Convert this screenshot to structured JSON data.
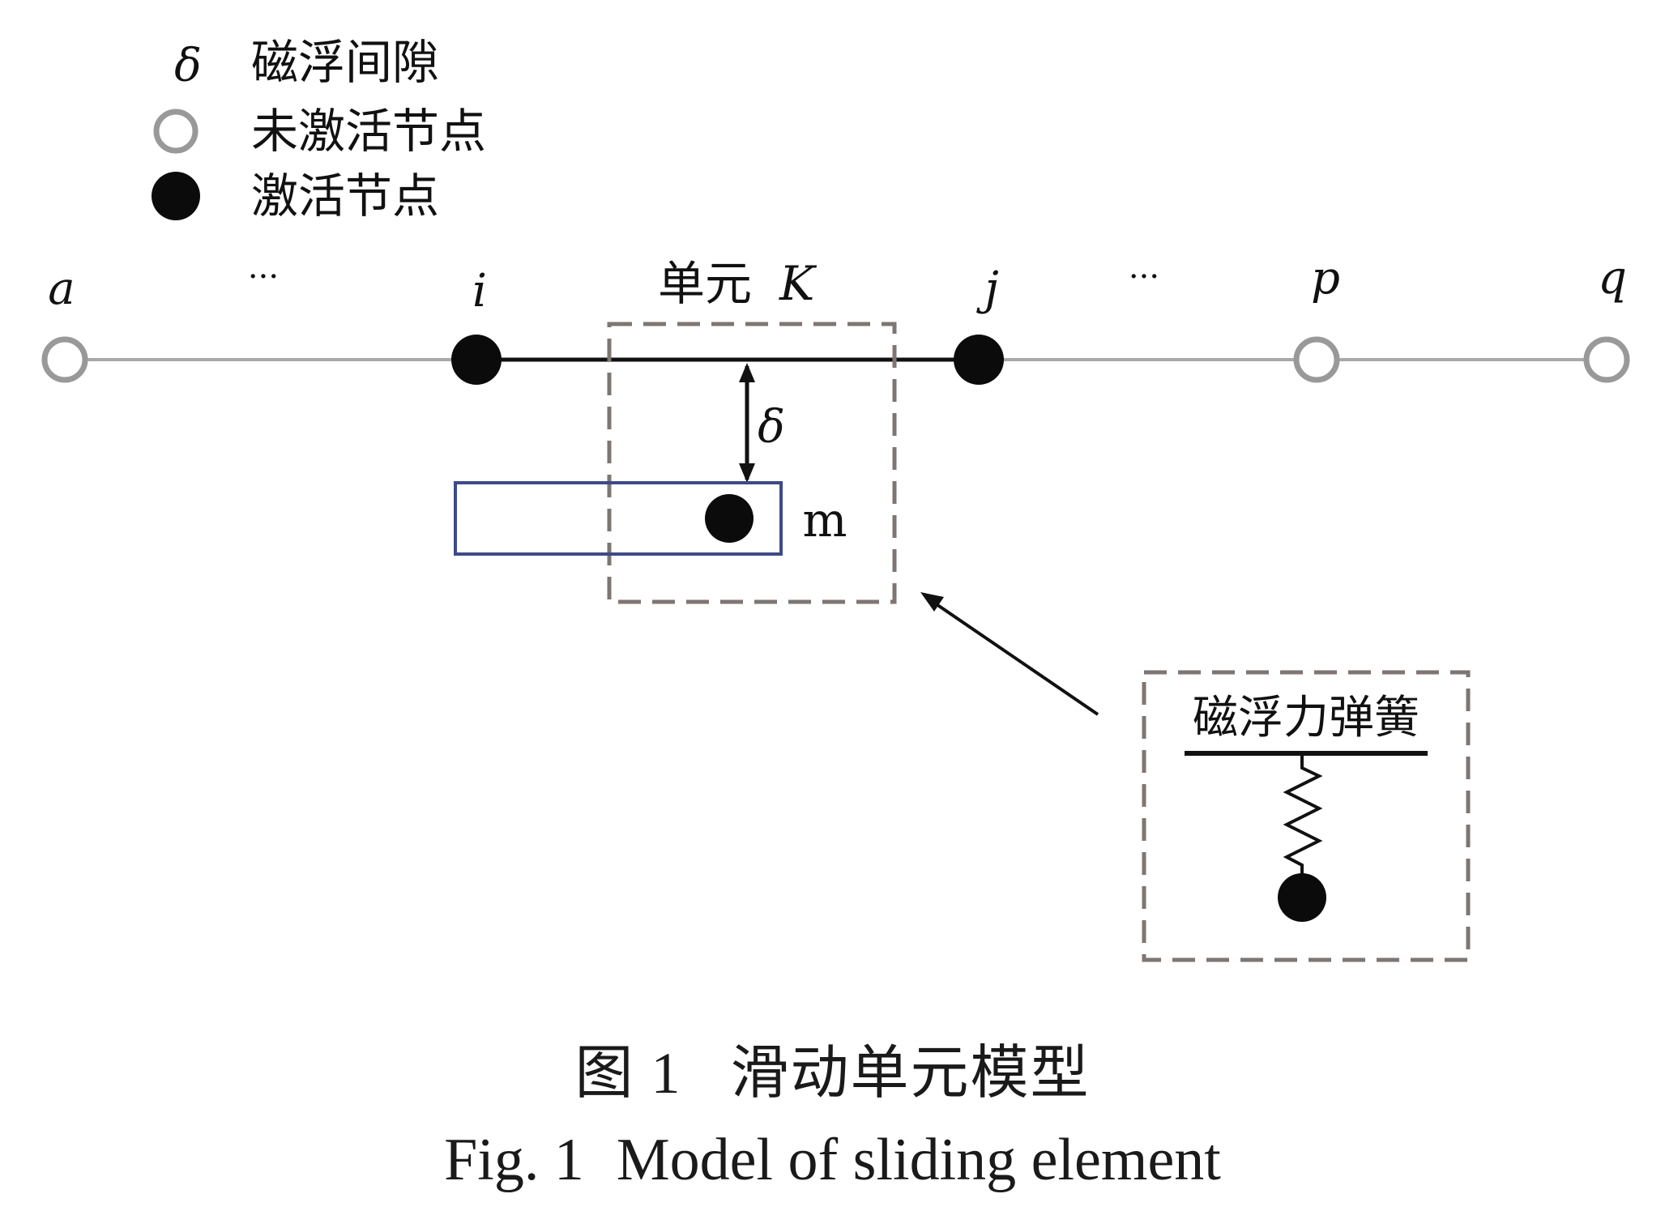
{
  "legend": {
    "delta": {
      "symbol": "δ",
      "label": "磁浮间隙"
    },
    "inactive": {
      "label": "未激活节点"
    },
    "active": {
      "label": "激活节点"
    }
  },
  "nodes": [
    {
      "id": "a",
      "label": "a",
      "active": false
    },
    {
      "id": "i",
      "label": "i",
      "active": true
    },
    {
      "id": "j",
      "label": "j",
      "active": true
    },
    {
      "id": "p",
      "label": "p",
      "active": false
    },
    {
      "id": "q",
      "label": "q",
      "active": false
    }
  ],
  "ellipsis": {
    "left": "···",
    "right": "···"
  },
  "element": {
    "label_cn": "单元",
    "label_symbol": "K"
  },
  "gap_symbol": "δ",
  "mass_label": "m",
  "inset": {
    "label": "磁浮力弹簧"
  },
  "caption": {
    "cn_number": "图 1",
    "cn_title": "滑动单元模型",
    "en_number": "Fig. 1",
    "en_title": "Model of sliding element"
  },
  "colors": {
    "ink": "#111111",
    "inactive_line": "#a8a8a8",
    "dashed_box": "#7d7672",
    "mass_box": "#3d4a8a"
  }
}
